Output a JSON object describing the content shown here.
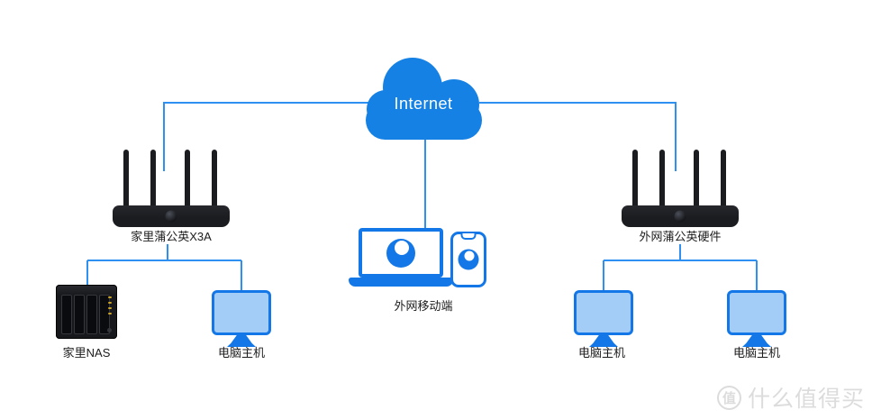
{
  "diagram": {
    "internet": {
      "label": "Internet"
    },
    "nodes": {
      "home_router": {
        "label": "家里蒲公英X3A",
        "type": "router"
      },
      "remote_router": {
        "label": "外网蒲公英硬件",
        "type": "router"
      },
      "mobile_client": {
        "label": "外网移动端",
        "type": "laptop-and-phone"
      },
      "home_nas": {
        "label": "家里NAS",
        "type": "nas"
      },
      "home_pc": {
        "label": "电脑主机",
        "type": "desktop"
      },
      "remote_pc_1": {
        "label": "电脑主机",
        "type": "desktop"
      },
      "remote_pc_2": {
        "label": "电脑主机",
        "type": "desktop"
      }
    },
    "colors": {
      "cloud_blue": "#1581e4",
      "line_blue": "#2e90f0",
      "device_blue": "#1377e8",
      "screen_fill": "#a3cdf7",
      "hardware_black": "#1b1c20"
    }
  },
  "watermark": {
    "logo_char": "值",
    "text": "什么值得买"
  }
}
